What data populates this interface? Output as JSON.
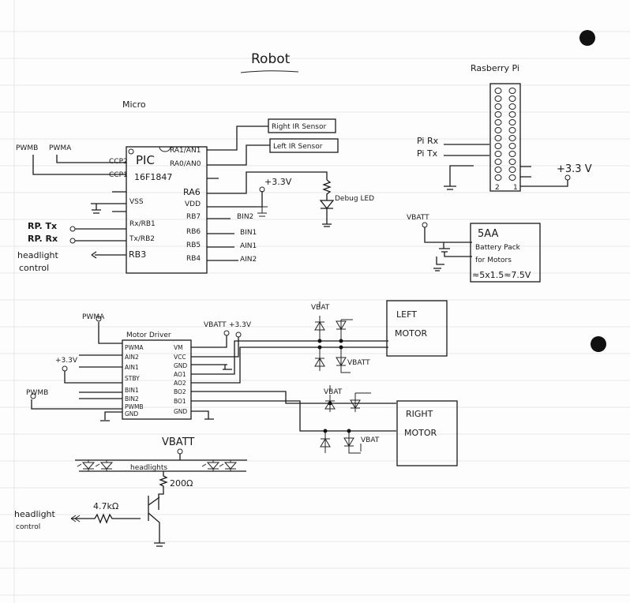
{
  "title": "Robot",
  "micro": {
    "heading": "Micro",
    "chip_name": "PIC",
    "chip_part": "16F1847",
    "left_pins": [
      "CCP2",
      "CCP1",
      "VSS",
      "Rx/RB1",
      "Tx/RB2",
      "RB3"
    ],
    "right_pins": [
      "RA1/AN1",
      "RA0/AN0",
      "RA6",
      "VDD",
      "RB7",
      "RB6",
      "RB5",
      "RB4"
    ],
    "right_ir": "Right IR Sensor",
    "left_ir": "Left IR Sensor",
    "supply": "+3.3V",
    "debug_led": "Debug LED",
    "nets_right": [
      "BIN2",
      "BIN1",
      "AIN1",
      "AIN2"
    ],
    "pwmb": "PWMB",
    "pwma": "PWMA",
    "rp_tx": "RP. Tx",
    "rp_rx": "RP. Rx",
    "headlight": "headlight",
    "control": "control"
  },
  "rpi": {
    "heading": "Rasberry Pi",
    "pi_rx": "Pi Rx",
    "pi_tx": "Pi Tx",
    "supply": "+3.3 V",
    "pin2": "2",
    "pin1": "1"
  },
  "battery": {
    "vbatt": "VBATT",
    "lines": [
      "5AA",
      "Battery Pack",
      "for Motors",
      "≈5x1.5≈7.5V"
    ]
  },
  "motor_driver": {
    "heading": "Motor Driver",
    "left_pins": [
      "PWMA",
      "AIN2",
      "AIN1",
      "STBY",
      "BIN1",
      "BIN2",
      "PWMB",
      "GND"
    ],
    "right_pins": [
      "VM",
      "VCC",
      "GND",
      "AO1",
      "AO2",
      "BO2",
      "BO1",
      "GND"
    ],
    "pwma": "PWMA",
    "vbatt": "VBATT",
    "vcc": "+3.3V",
    "stby": "+3.3V",
    "pwmb": "PWMB"
  },
  "motors": {
    "left": [
      "LEFT",
      "MOTOR"
    ],
    "right": [
      "RIGHT",
      "MOTOR"
    ],
    "diode_labels": [
      "VBAT",
      "VBATT",
      "VBAT",
      "VBAT"
    ]
  },
  "headlights": {
    "vbatt": "VBATT",
    "label": "headlights",
    "r1": "200Ω",
    "r2": "4.7kΩ",
    "headlight": "headlight",
    "control": "control"
  }
}
